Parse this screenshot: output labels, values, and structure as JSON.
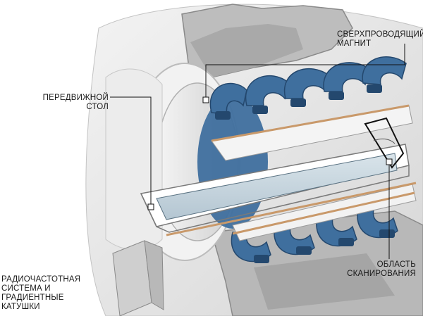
{
  "labels": {
    "magnet": {
      "line1": "Сверхпроводящий",
      "line2": "магнит"
    },
    "table": {
      "line1": "Передвижной",
      "line2": "стол"
    },
    "scan": {
      "line1": "Область",
      "line2": "сканирования"
    },
    "rf": {
      "line1": "Радиочастотная",
      "line2": "система и",
      "line3": "градиентные",
      "line4": "катушки"
    }
  },
  "colors": {
    "coil": "#3f6f9e",
    "coil_dark": "#24486e",
    "bed": "#c9d6df",
    "rail": "#c9996a",
    "housing": "#e7e7e7",
    "cutaway": "#9a9a9a",
    "leader": "#111111"
  }
}
